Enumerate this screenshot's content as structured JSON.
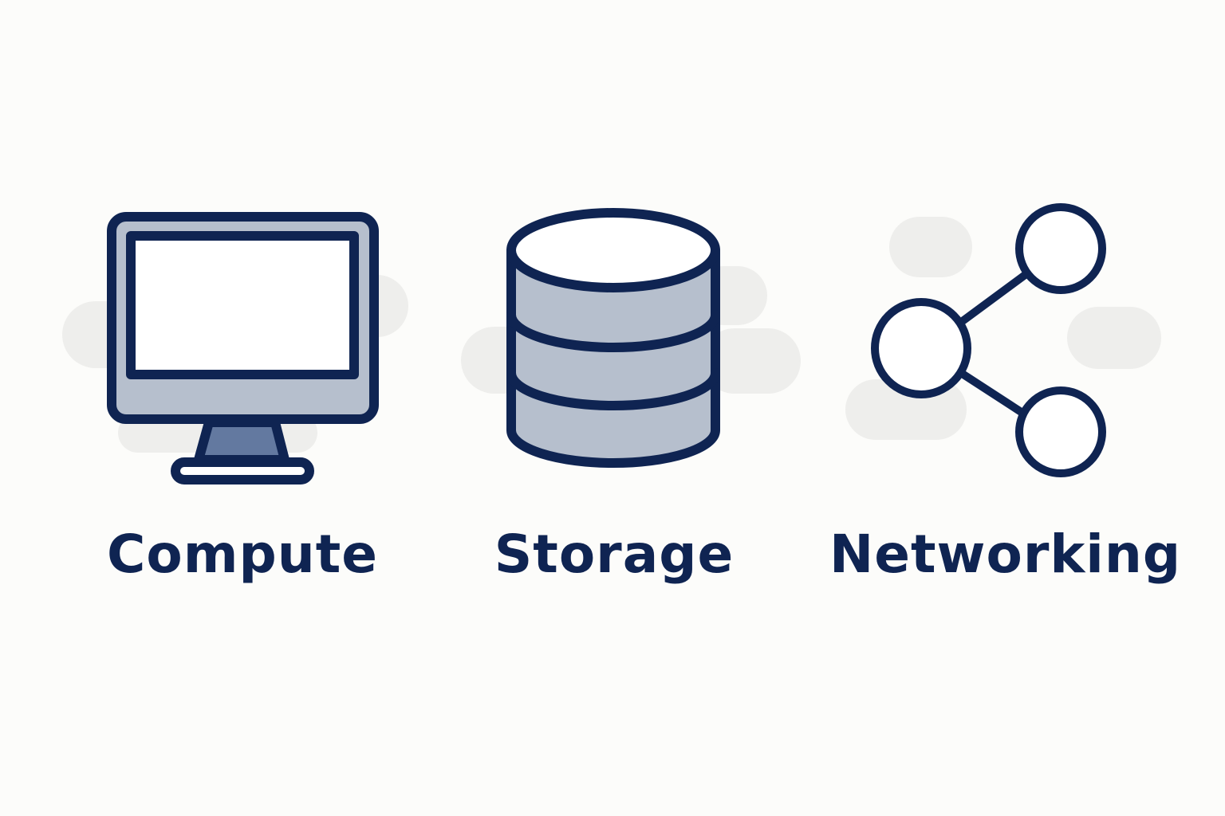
{
  "palette": {
    "background": "#fcfcfa",
    "outline": "#0f2452",
    "fill_light": "#b6bfcd",
    "fill_mid": "#6379a0",
    "screen": "#ffffff",
    "cloud": "#eeeeec"
  },
  "icons": {
    "compute": "monitor-icon",
    "storage": "database-icon",
    "networking": "share-network-icon"
  },
  "labels": {
    "compute": "Compute",
    "storage": "Storage",
    "networking": "Networking"
  }
}
